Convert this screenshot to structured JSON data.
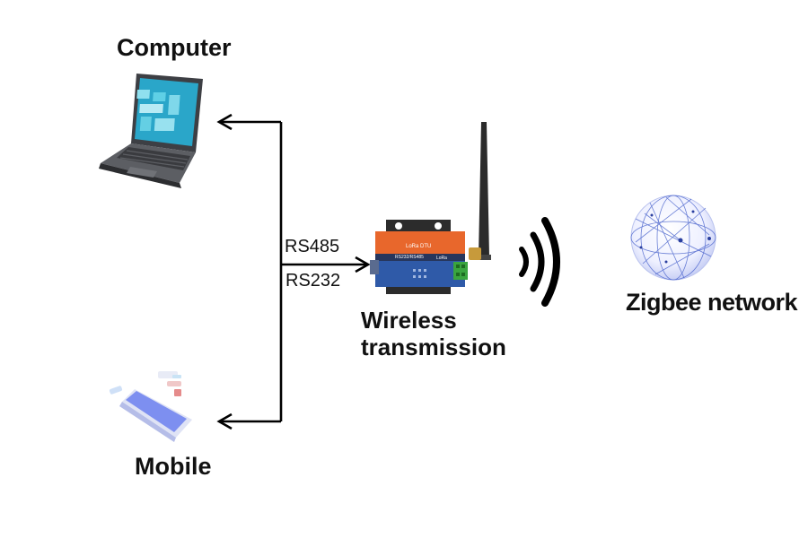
{
  "labels": {
    "computer": "Computer",
    "mobile": "Mobile",
    "rs485": "RS485",
    "rs232": "RS232",
    "wireless_line1": "Wireless",
    "wireless_line2": "transmission",
    "zigbee": "Zigbee network"
  },
  "device": {
    "top_label": "LoRa DTU",
    "model": "RS232/RS485",
    "badge": "LoRa"
  },
  "colors": {
    "line": "#000000",
    "device_orange": "#e8672c",
    "device_blue": "#2f5aa8",
    "terminal_green": "#3aa53f",
    "laptop_screen": "#2aa6c9",
    "phone_screen": "#7d8ff0",
    "globe": "#3b57c8"
  },
  "icons": [
    "laptop-icon",
    "phone-icon",
    "lora-dtu-device",
    "antenna-icon",
    "wireless-signal-icon",
    "globe-network-icon"
  ]
}
